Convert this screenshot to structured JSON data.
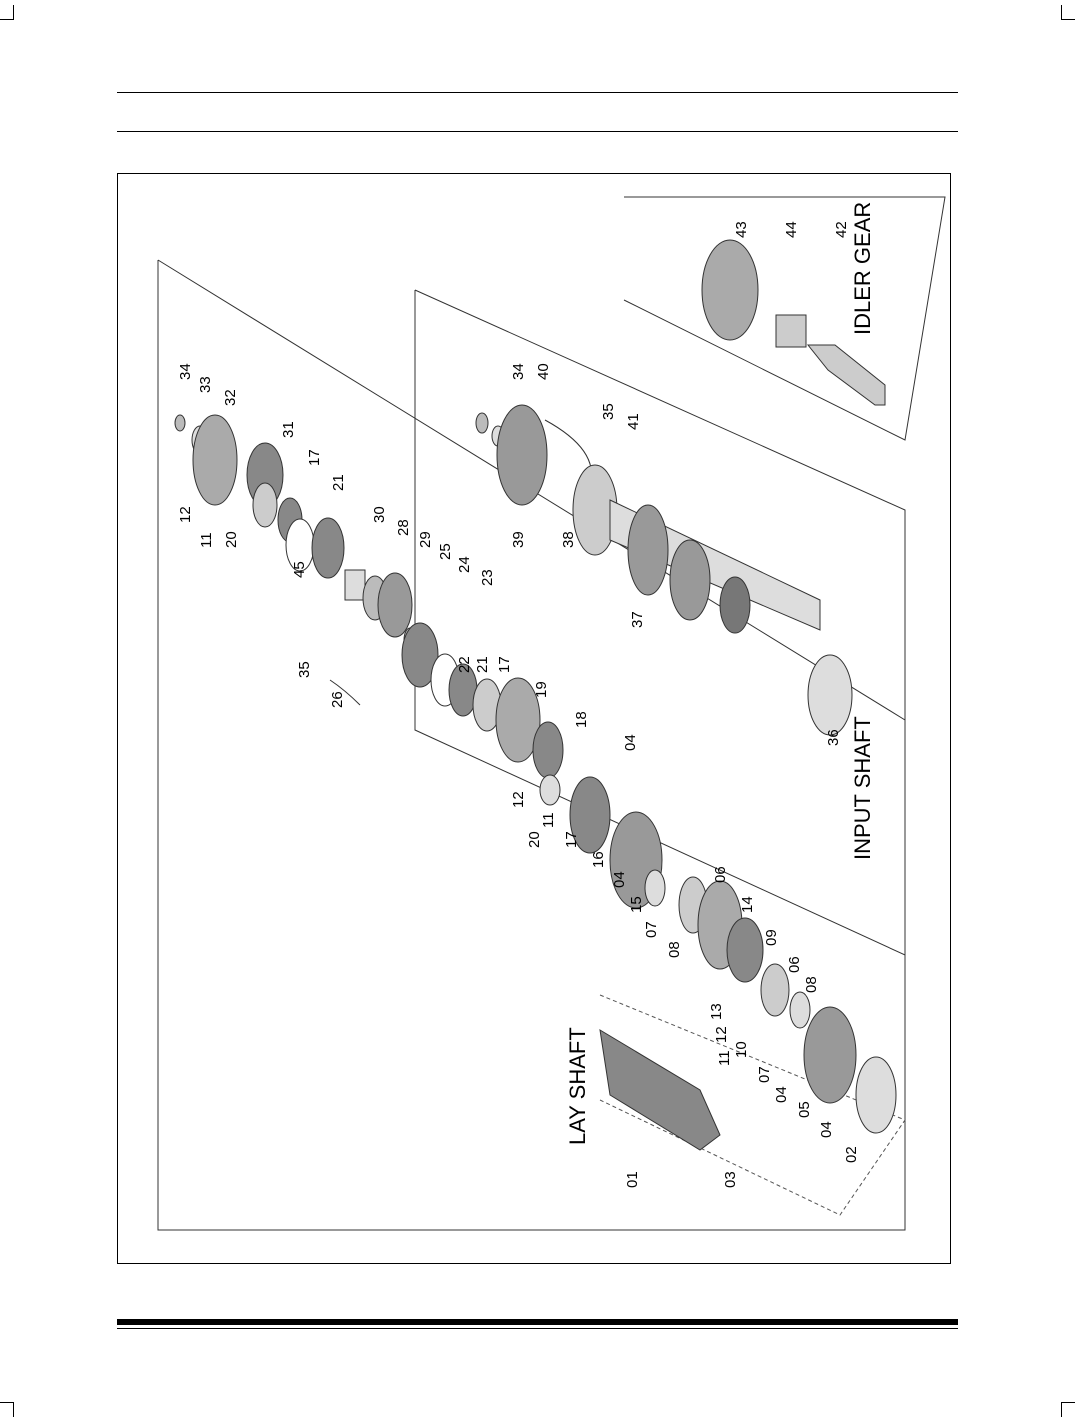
{
  "figure": {
    "groups": {
      "idler_gear": "IDLER GEAR",
      "input_shaft": "INPUT SHAFT",
      "lay_shaft": "LAY SHAFT"
    },
    "idler_labels": [
      "43",
      "44",
      "42"
    ],
    "input_labels": [
      "34",
      "40",
      "39",
      "38",
      "35",
      "41",
      "37",
      "36"
    ],
    "lay_labels": [
      "34",
      "33",
      "32",
      "31",
      "17",
      "21",
      "30",
      "28",
      "29",
      "25",
      "24",
      "23",
      "12",
      "11",
      "20",
      "45",
      "35",
      "26",
      "22",
      "21",
      "17",
      "19",
      "18",
      "04",
      "12",
      "20",
      "11",
      "17",
      "16",
      "04",
      "15",
      "07",
      "08",
      "06",
      "14",
      "09",
      "13",
      "12",
      "11",
      "10",
      "06",
      "08",
      "07",
      "04",
      "05",
      "04",
      "02",
      "01",
      "03"
    ]
  }
}
